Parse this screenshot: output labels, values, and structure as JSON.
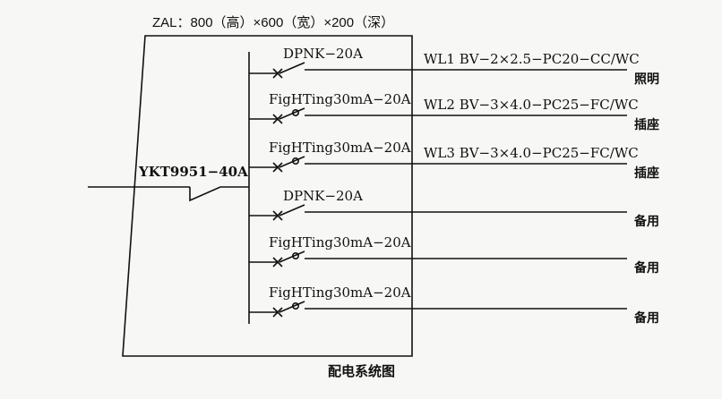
{
  "header": "ZAL：800（高）×600（宽）×200（深）",
  "main_breaker": "YKT9951−40A",
  "caption": "配电系统图",
  "branches": [
    {
      "breaker": "DPNK−20A",
      "cable": "WL1 BV−2×2.5−PC20−CC/WC",
      "usage": "照明",
      "rcd": false
    },
    {
      "breaker": "FigHTing30mA−20A",
      "cable": "WL2 BV−3×4.0−PC25−FC/WC",
      "usage": "插座",
      "rcd": true
    },
    {
      "breaker": "FigHTing30mA−20A",
      "cable": "WL3 BV−3×4.0−PC25−FC/WC",
      "usage": "插座",
      "rcd": true
    },
    {
      "breaker": "DPNK−20A",
      "cable": "",
      "usage": "备用",
      "rcd": false
    },
    {
      "breaker": "FigHTing30mA−20A",
      "cable": "",
      "usage": "备用",
      "rcd": true
    },
    {
      "breaker": "FigHTing30mA−20A",
      "cable": "",
      "usage": "备用",
      "rcd": true
    }
  ]
}
